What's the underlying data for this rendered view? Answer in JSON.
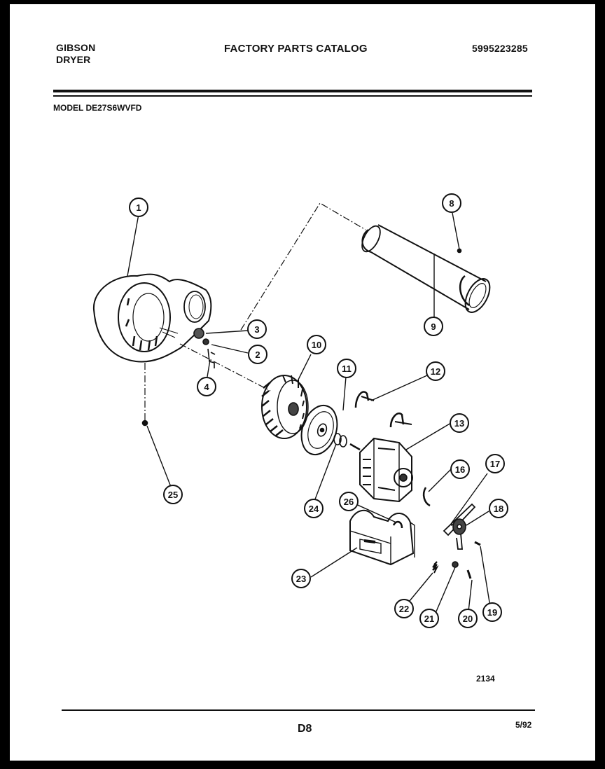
{
  "header": {
    "brand_line1": "GIBSON",
    "brand_line2": "DRYER",
    "catalog_title": "FACTORY PARTS CATALOG",
    "part_number": "5995223285",
    "model": "MODEL DE27S6WVFD"
  },
  "footer": {
    "drawing_number": "2134",
    "page_number": "D8",
    "date": "5/92"
  },
  "callouts": [
    {
      "id": "1",
      "label": "1"
    },
    {
      "id": "2",
      "label": "2"
    },
    {
      "id": "3",
      "label": "3"
    },
    {
      "id": "4",
      "label": "4"
    },
    {
      "id": "8",
      "label": "8"
    },
    {
      "id": "9",
      "label": "9"
    },
    {
      "id": "10",
      "label": "10"
    },
    {
      "id": "11",
      "label": "11"
    },
    {
      "id": "12",
      "label": "12"
    },
    {
      "id": "13",
      "label": "13"
    },
    {
      "id": "16",
      "label": "16"
    },
    {
      "id": "17",
      "label": "17"
    },
    {
      "id": "18",
      "label": "18"
    },
    {
      "id": "19",
      "label": "19"
    },
    {
      "id": "20",
      "label": "20"
    },
    {
      "id": "21",
      "label": "21"
    },
    {
      "id": "22",
      "label": "22"
    },
    {
      "id": "23",
      "label": "23"
    },
    {
      "id": "24",
      "label": "24"
    },
    {
      "id": "25",
      "label": "25"
    },
    {
      "id": "26",
      "label": "26"
    }
  ]
}
